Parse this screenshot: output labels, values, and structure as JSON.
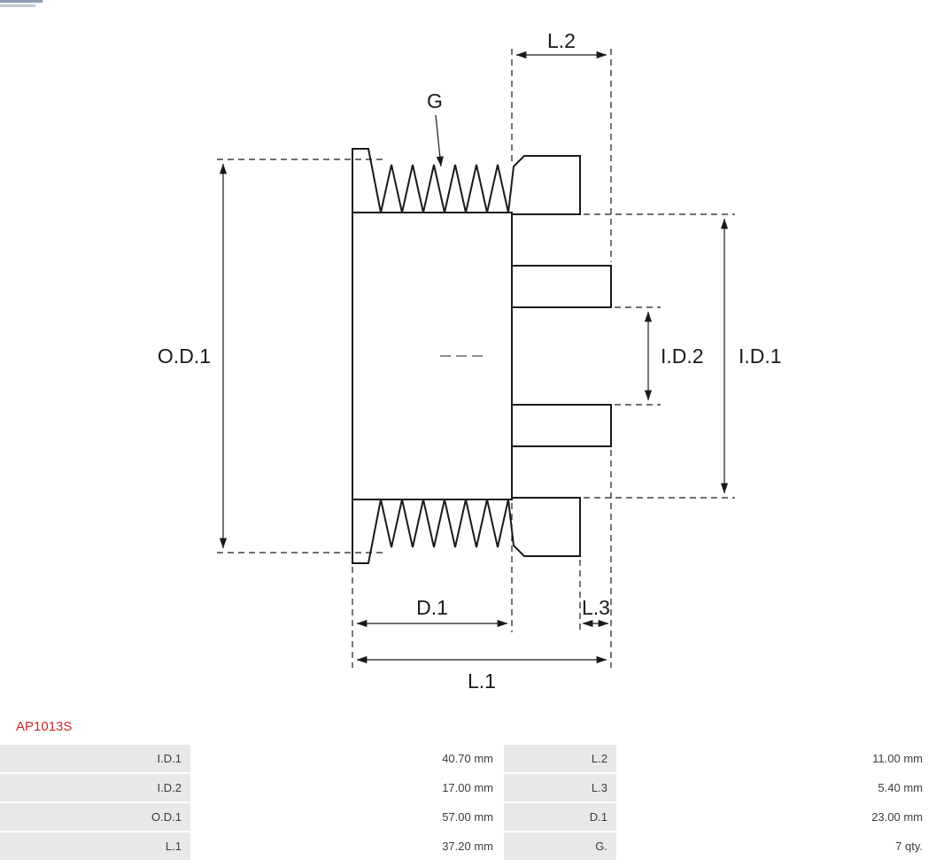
{
  "page": {
    "part_number": "AP1013S"
  },
  "colors": {
    "line": "#1a1a1a",
    "accent": "#cc2929",
    "table_label_bg": "#e8e8e8",
    "table_text": "#3c3c3c"
  },
  "drawing": {
    "type": "pulley-cross-section",
    "groove_count": 7,
    "labels": {
      "l2": "L.2",
      "g": "G",
      "od1": "O.D.1",
      "id2": "I.D.2",
      "id1": "I.D.1",
      "d1": "D.1",
      "l3": "L.3",
      "l1": "L.1"
    }
  },
  "spec_table": {
    "rows": [
      {
        "label1": "I.D.1",
        "value1": "40.70 mm",
        "label2": "L.2",
        "value2": "11.00 mm"
      },
      {
        "label1": "I.D.2",
        "value1": "17.00 mm",
        "label2": "L.3",
        "value2": "5.40 mm"
      },
      {
        "label1": "O.D.1",
        "value1": "57.00 mm",
        "label2": "D.1",
        "value2": "23.00 mm"
      },
      {
        "label1": "L.1",
        "value1": "37.20 mm",
        "label2": "G.",
        "value2": "7 qty."
      }
    ]
  }
}
